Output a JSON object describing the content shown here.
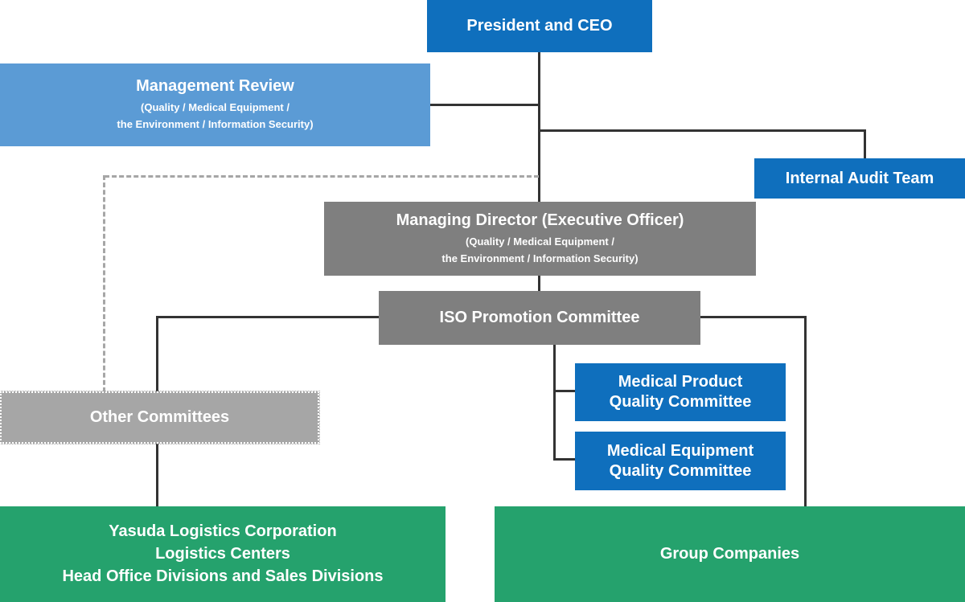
{
  "colors": {
    "blue_dark": "#0f6fbd",
    "blue_light": "#5b9bd5",
    "gray_dark": "#7f7f7f",
    "gray_light": "#a6a6a6",
    "green": "#25a26d",
    "line": "#333333"
  },
  "nodes": {
    "president": {
      "title": "President and CEO"
    },
    "management_review": {
      "title": "Management Review",
      "sub1": "(Quality / Medical Equipment /",
      "sub2": "the Environment / Information Security)"
    },
    "internal_audit": {
      "title": "Internal Audit Team"
    },
    "managing_director": {
      "title": "Managing Director (Executive Officer)",
      "sub1": "(Quality / Medical Equipment /",
      "sub2": "the Environment / Information Security)"
    },
    "iso_committee": {
      "title": "ISO Promotion Committee"
    },
    "medical_product_committee": {
      "line1": "Medical Product",
      "line2": "Quality Committee"
    },
    "medical_equipment_committee": {
      "line1": "Medical Equipment",
      "line2": "Quality Committee"
    },
    "other_committees": {
      "title": "Other Committees"
    },
    "yasuda": {
      "line1": "Yasuda Logistics Corporation",
      "line2": "Logistics Centers",
      "line3": "Head Office Divisions and Sales Divisions"
    },
    "group_companies": {
      "title": "Group Companies"
    }
  }
}
